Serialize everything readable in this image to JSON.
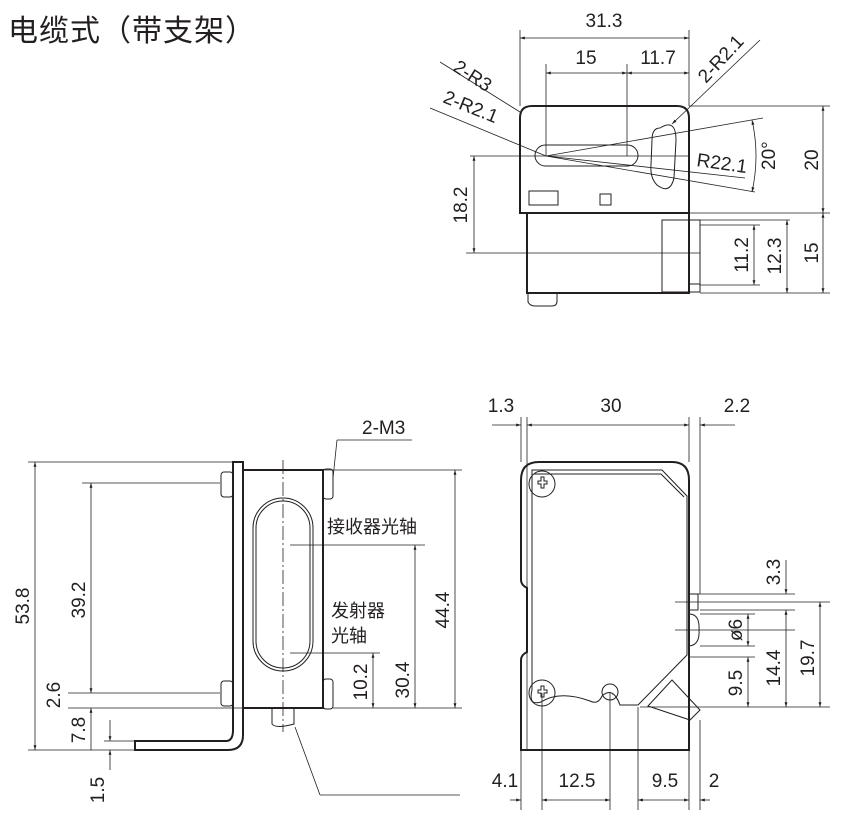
{
  "title": "电缆式（带支架）",
  "top_view": {
    "dims": {
      "overall_width": "31.3",
      "slot_length": "15",
      "slot_offset": "11.7",
      "height_upper": "20",
      "height_lower": "15",
      "axis_height": "18.2",
      "connector_outer": "12.3",
      "connector_inner": "11.2"
    },
    "callouts": {
      "corner_radius": "2-R3",
      "slot_radius": "2-R2.1",
      "arc_slot_radius": "2-R2.1",
      "arc_radius": "R22.1",
      "angle": "20°"
    }
  },
  "side_view": {
    "dims": {
      "overall_height": "53.8",
      "hole_pitch": "39.2",
      "hole_offset": "2.6",
      "foot_height": "7.8",
      "plate_thickness": "1.5",
      "body_height": "44.4",
      "receiver_axis": "30.4",
      "emitter_axis": "10.2"
    },
    "callouts": {
      "screws": "2-M3",
      "receiver_axis_label": "接收器光轴",
      "emitter_axis_label_1": "发射器",
      "emitter_axis_label_2": "光轴"
    }
  },
  "front_view": {
    "dims": {
      "left_gap": "1.3",
      "width": "30",
      "right_gap": "2.2",
      "screw_x": "4.1",
      "hole_x": "12.5",
      "cable_x": "9.5",
      "cable_gap": "2",
      "top_offset": "3.3",
      "lens_dia": "ø6",
      "lens_height": "9.5",
      "lens_center": "14.4",
      "total_height": "19.7"
    }
  }
}
